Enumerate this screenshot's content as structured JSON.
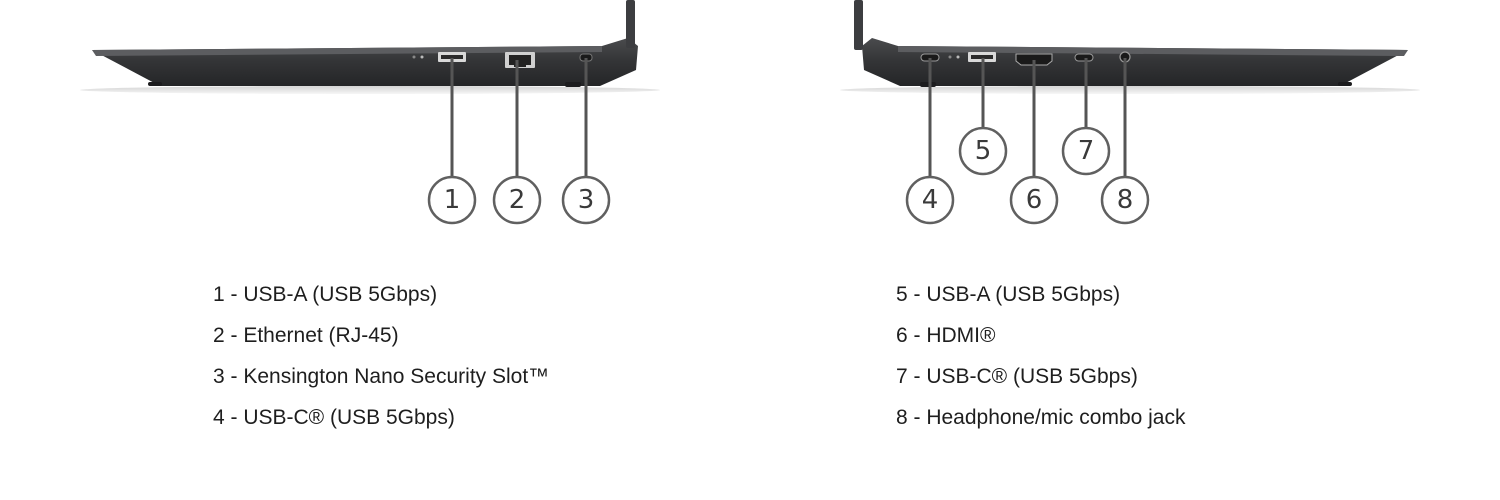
{
  "callouts": [
    "1",
    "2",
    "3",
    "4",
    "5",
    "6",
    "7",
    "8"
  ],
  "legend_left": [
    "1 - USB-A (USB 5Gbps)",
    "2 - Ethernet (RJ-45)",
    "3 - Kensington Nano Security Slot™",
    "4 - USB-C® (USB 5Gbps)"
  ],
  "legend_right": [
    "5 - USB-A (USB 5Gbps)",
    "6 - HDMI®",
    "7 - USB-C® (USB 5Gbps)",
    "8 - Headphone/mic combo jack"
  ],
  "colors": {
    "laptop_body": "#3a3b3d",
    "laptop_shadow": "#8a8a8a",
    "callout_line": "#555555",
    "text": "#1e1e1e"
  }
}
